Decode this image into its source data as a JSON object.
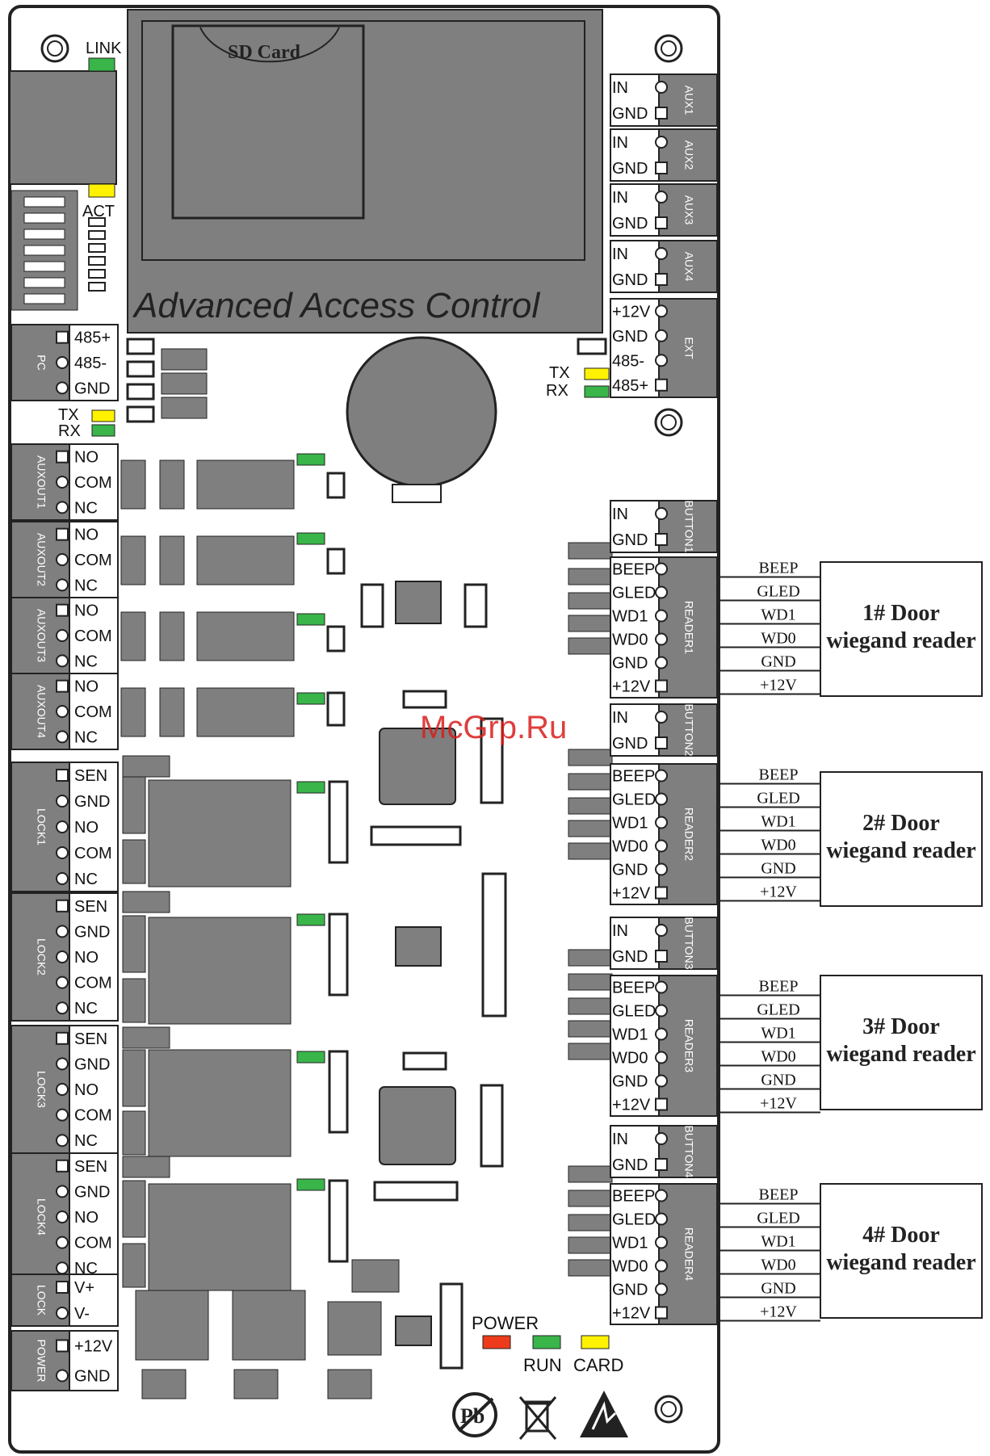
{
  "board": {
    "title": "Advanced Access Control",
    "sd_card": "SD Card",
    "watermark": "McGrp.Ru"
  },
  "leds": {
    "link": "LINK",
    "act": "ACT",
    "tx": "TX",
    "rx": "RX",
    "power": "POWER",
    "run": "RUN",
    "card": "CARD"
  },
  "left_blocks": [
    {
      "tag": "PC",
      "pins": [
        "485+",
        "485-",
        "GND"
      ]
    },
    {
      "tag": "AUXOUT1",
      "pins": [
        "NO",
        "COM",
        "NC"
      ]
    },
    {
      "tag": "AUXOUT2",
      "pins": [
        "NO",
        "COM",
        "NC"
      ]
    },
    {
      "tag": "AUXOUT3",
      "pins": [
        "NO",
        "COM",
        "NC"
      ]
    },
    {
      "tag": "AUXOUT4",
      "pins": [
        "NO",
        "COM",
        "NC"
      ]
    },
    {
      "tag": "LOCK1",
      "pins": [
        "SEN",
        "GND",
        "NO",
        "COM",
        "NC"
      ]
    },
    {
      "tag": "LOCK2",
      "pins": [
        "SEN",
        "GND",
        "NO",
        "COM",
        "NC"
      ]
    },
    {
      "tag": "LOCK3",
      "pins": [
        "SEN",
        "GND",
        "NO",
        "COM",
        "NC"
      ]
    },
    {
      "tag": "LOCK4",
      "pins": [
        "SEN",
        "GND",
        "NO",
        "COM",
        "NC"
      ]
    },
    {
      "tag": "LOCK",
      "pins": [
        "V+",
        "V-"
      ]
    },
    {
      "tag": "POWER",
      "pins": [
        "+12V",
        "GND"
      ]
    }
  ],
  "right_blocks": [
    {
      "tag": "AUX1",
      "pins": [
        "IN",
        "GND"
      ]
    },
    {
      "tag": "AUX2",
      "pins": [
        "IN",
        "GND"
      ]
    },
    {
      "tag": "AUX3",
      "pins": [
        "IN",
        "GND"
      ]
    },
    {
      "tag": "AUX4",
      "pins": [
        "IN",
        "GND"
      ]
    },
    {
      "tag": "EXT",
      "pins": [
        "+12V",
        "GND",
        "485-",
        "485+"
      ]
    },
    {
      "tag": "BUTTON1",
      "pins": [
        "IN",
        "GND"
      ]
    },
    {
      "tag": "READER1",
      "pins": [
        "BEEP",
        "GLED",
        "WD1",
        "WD0",
        "GND",
        "+12V"
      ]
    },
    {
      "tag": "BUTTON2",
      "pins": [
        "IN",
        "GND"
      ]
    },
    {
      "tag": "READER2",
      "pins": [
        "BEEP",
        "GLED",
        "WD1",
        "WD0",
        "GND",
        "+12V"
      ]
    },
    {
      "tag": "BUTTON3",
      "pins": [
        "IN",
        "GND"
      ]
    },
    {
      "tag": "READER3",
      "pins": [
        "BEEP",
        "GLED",
        "WD1",
        "WD0",
        "GND",
        "+12V"
      ]
    },
    {
      "tag": "BUTTON4",
      "pins": [
        "IN",
        "GND"
      ]
    },
    {
      "tag": "READER4",
      "pins": [
        "BEEP",
        "GLED",
        "WD1",
        "WD0",
        "GND",
        "+12V"
      ]
    }
  ],
  "readers": [
    {
      "line1": "1# Door",
      "line2": "wiegand reader",
      "wires": [
        "BEEP",
        "GLED",
        "WD1",
        "WD0",
        "GND",
        "+12V"
      ]
    },
    {
      "line1": "2# Door",
      "line2": "wiegand reader",
      "wires": [
        "BEEP",
        "GLED",
        "WD1",
        "WD0",
        "GND",
        "+12V"
      ]
    },
    {
      "line1": "3# Door",
      "line2": "wiegand reader",
      "wires": [
        "BEEP",
        "GLED",
        "WD1",
        "WD0",
        "GND",
        "+12V"
      ]
    },
    {
      "line1": "4# Door",
      "line2": "wiegand reader",
      "wires": [
        "BEEP",
        "GLED",
        "WD1",
        "WD0",
        "GND",
        "+12V"
      ]
    }
  ],
  "colors": {
    "board_gray": "#7f7f7f",
    "dark_gray": "#6a6a6a",
    "led_green": "#39b54a",
    "led_yellow": "#fff200",
    "led_red": "#ed3b1c",
    "watermark_red": "#d91c1c"
  }
}
